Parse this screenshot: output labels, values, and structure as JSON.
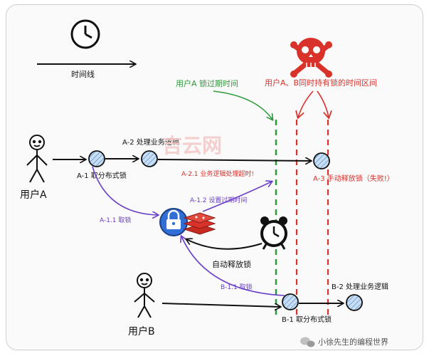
{
  "legend": {
    "timeline_label": "时间线"
  },
  "actors": {
    "user_a": "用户A",
    "user_b": "用户B"
  },
  "annotations": {
    "lock_expire": "用户A 锁过期时间",
    "overlap": "用户A、B同时持有锁的时间区间",
    "auto_release": "自动释放锁"
  },
  "steps": {
    "a1": "A-1  取分布式锁",
    "a2": "A-2  处理业务逻辑",
    "a21": "A-2.1  业务逻辑处理超时!",
    "a3": "A-3  手动释放锁（失败!）",
    "a11": "A-1.1  取锁",
    "a12": "A-1.2  设置过期时间",
    "b11": "B-1.1  取锁",
    "b1": "B-1  取分布式锁",
    "b2": "B-2  处理业务逻辑"
  },
  "watermarks": {
    "center": "吉云网",
    "footer": "小徐先生的编程世界"
  },
  "colors": {
    "green": "#2e9a3c",
    "red": "#d9322b",
    "purple": "#6a3fc7",
    "circle_fill": "#b7d3ef",
    "lock_blue": "#2f6fd6"
  }
}
